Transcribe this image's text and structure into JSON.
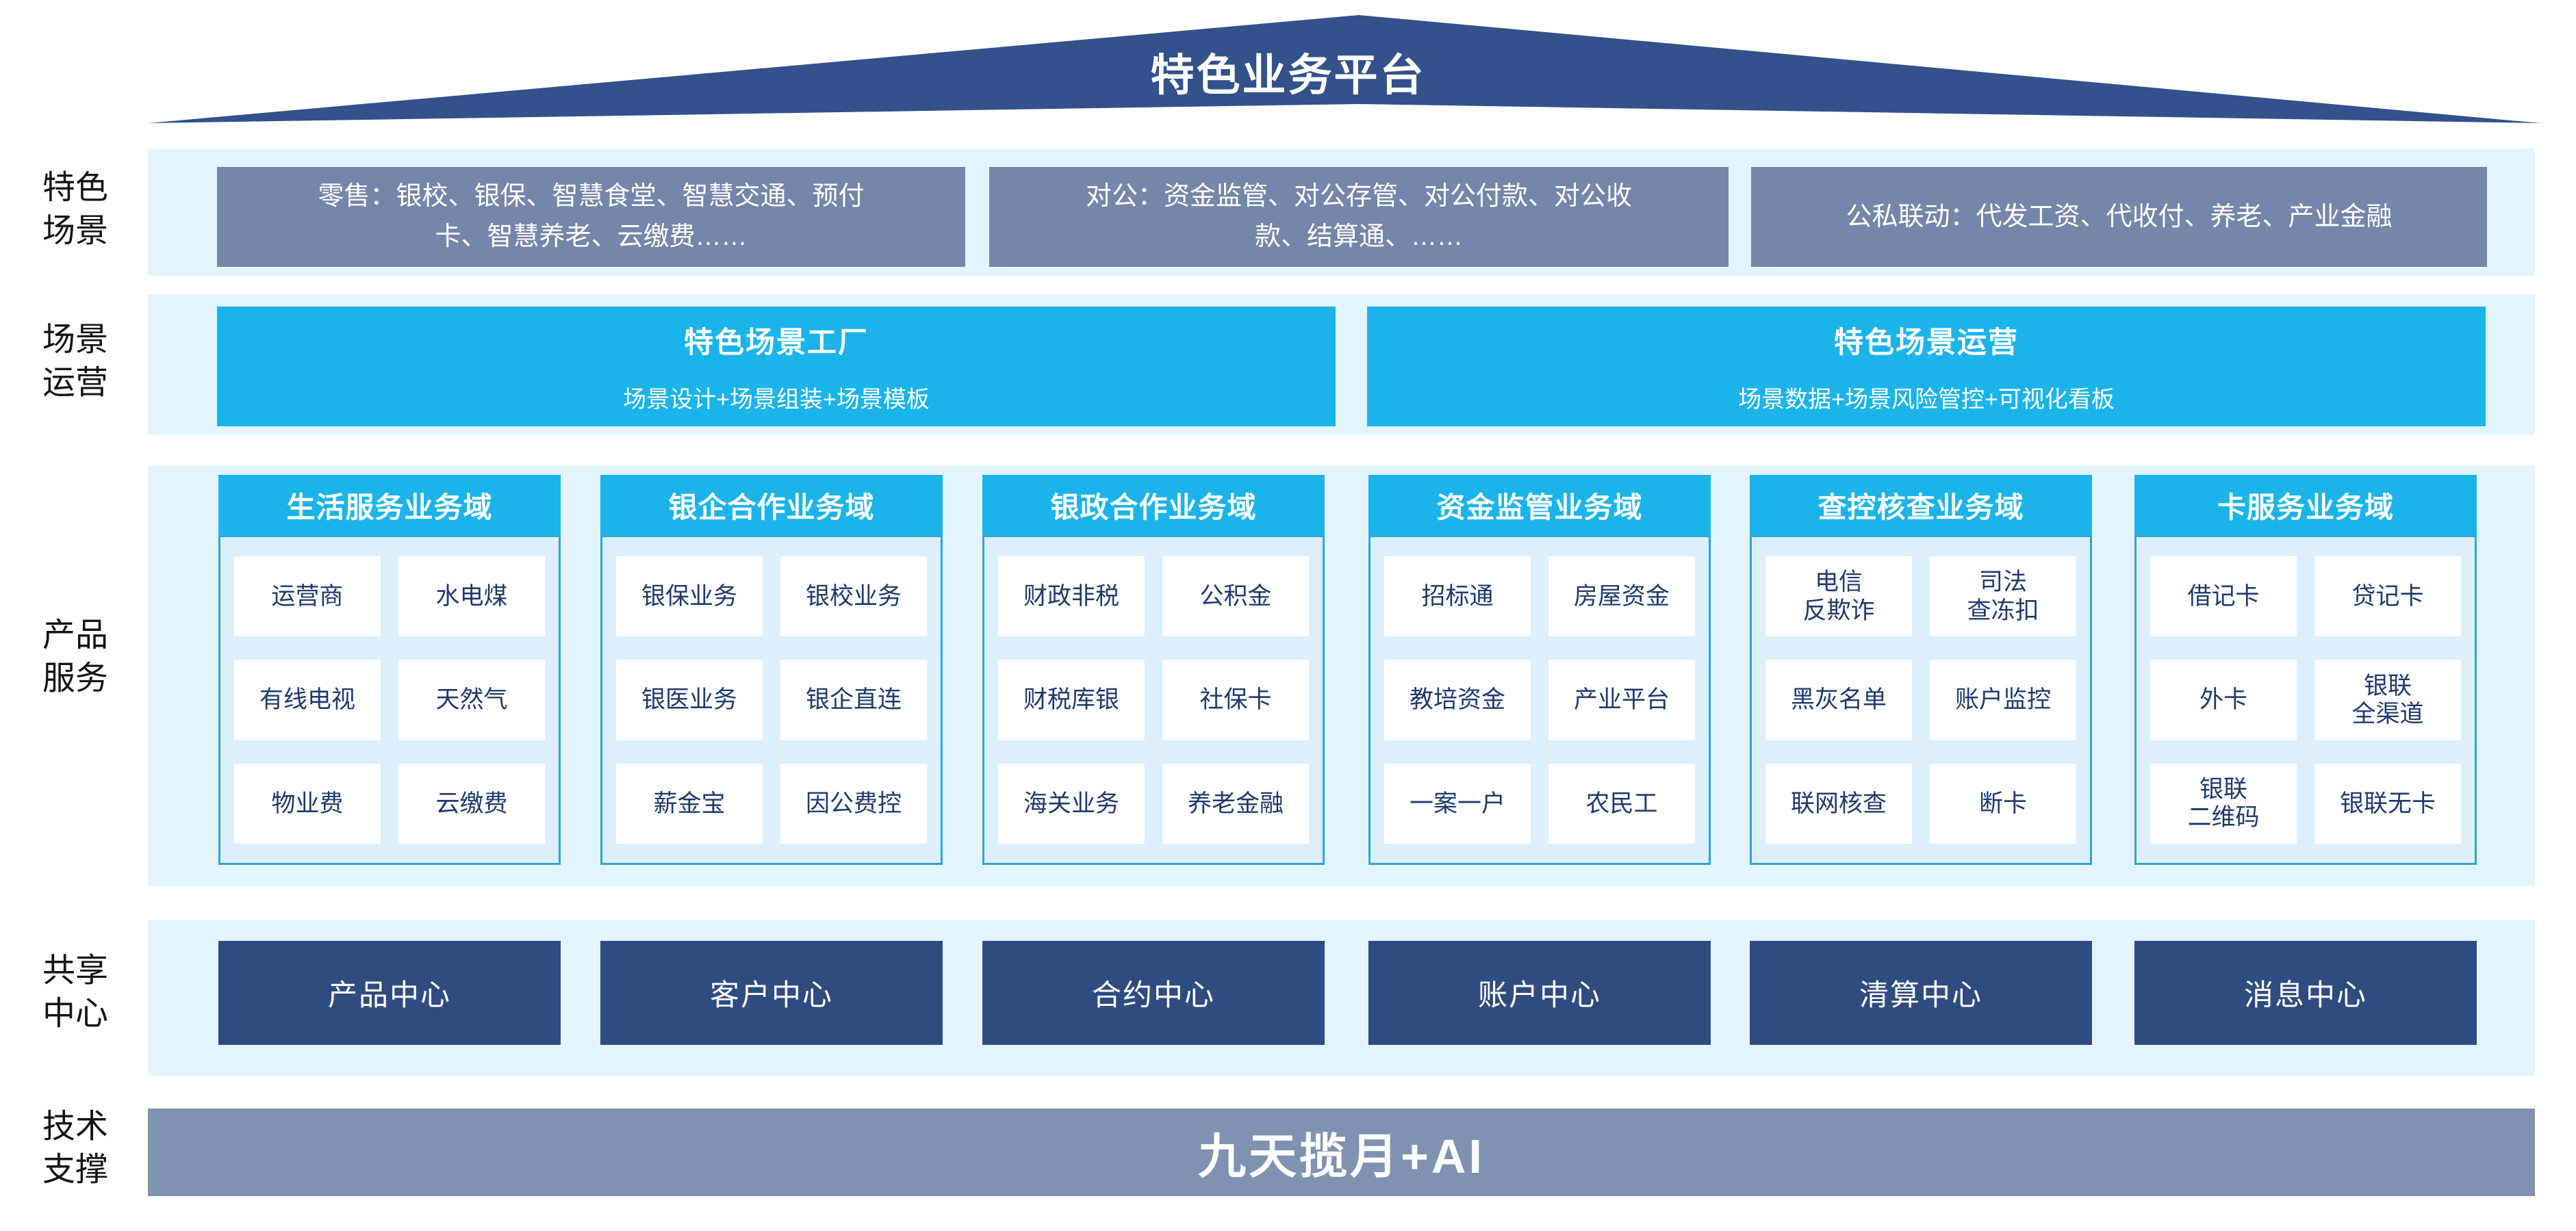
{
  "platform": {
    "title": "特色业务平台"
  },
  "colors": {
    "roof_navy": "#33518A",
    "scenario_slate_blue": "#7486A9",
    "cyan": "#1BB4EA",
    "band_light_blue": "#E4F4FC",
    "panel_light_blue": "#DCEFFA",
    "panel_border_teal": "#2FA6D8",
    "cell_text_navy": "#1E3A6E",
    "shared_center_navy": "#2F4C80",
    "tech_bar_gray_blue": "#8092B1"
  },
  "rows": {
    "scenarios": {
      "label": "特色\n场景",
      "boxes": [
        "零售：银校、银保、智慧食堂、智慧交通、预付\n卡、智慧养老、云缴费……",
        "对公：资金监管、对公存管、对公付款、对公收\n款、结算通、……",
        "公私联动：代发工资、代收付、养老、产业金融"
      ]
    },
    "operations": {
      "label": "场景\n运营",
      "boxes": [
        {
          "title": "特色场景工厂",
          "subtitle": "场景设计+场景组装+场景模板"
        },
        {
          "title": "特色场景运营",
          "subtitle": "场景数据+场景风险管控+可视化看板"
        }
      ]
    },
    "products": {
      "label": "产品\n服务",
      "columns": [
        {
          "header": "生活服务业务域",
          "cells": [
            "运营商",
            "水电煤",
            "有线电视",
            "天然气",
            "物业费",
            "云缴费"
          ]
        },
        {
          "header": "银企合作业务域",
          "cells": [
            "银保业务",
            "银校业务",
            "银医业务",
            "银企直连",
            "薪金宝",
            "因公费控"
          ]
        },
        {
          "header": "银政合作业务域",
          "cells": [
            "财政非税",
            "公积金",
            "财税库银",
            "社保卡",
            "海关业务",
            "养老金融"
          ]
        },
        {
          "header": "资金监管业务域",
          "cells": [
            "招标通",
            "房屋资金",
            "教培资金",
            "产业平台",
            "一案一户",
            "农民工"
          ]
        },
        {
          "header": "查控核查业务域",
          "cells": [
            "电信\n反欺诈",
            "司法\n查冻扣",
            "黑灰名单",
            "账户监控",
            "联网核查",
            "断卡"
          ]
        },
        {
          "header": "卡服务业务域",
          "cells": [
            "借记卡",
            "贷记卡",
            "外卡",
            "银联\n全渠道",
            "银联\n二维码",
            "银联无卡"
          ]
        }
      ]
    },
    "shared": {
      "label": "共享\n中心",
      "centers": [
        "产品中心",
        "客户中心",
        "合约中心",
        "账户中心",
        "清算中心",
        "消息中心"
      ]
    },
    "tech": {
      "label": "技术\n支撑",
      "bar": "九天揽月+AI"
    }
  }
}
